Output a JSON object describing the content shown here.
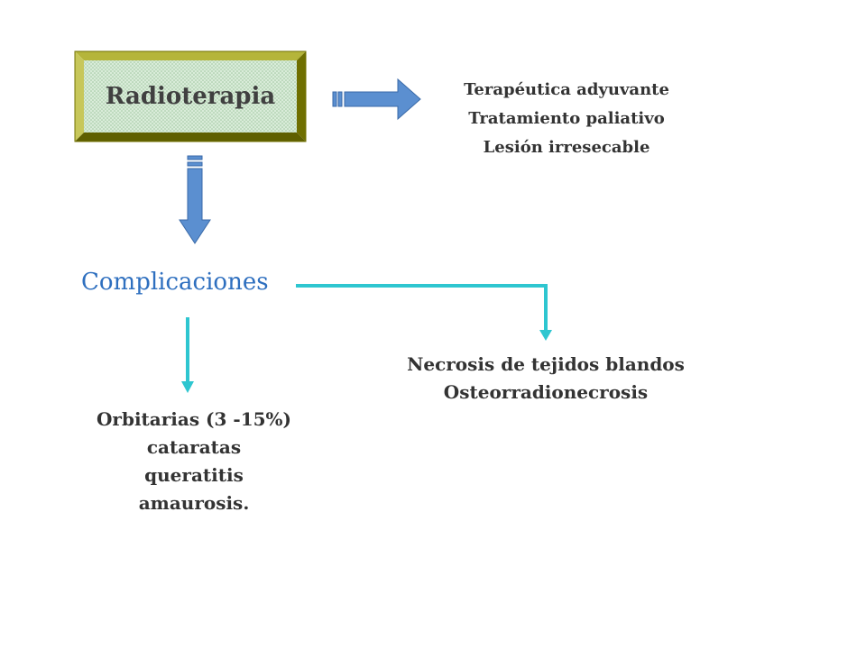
{
  "title": "Radioterapia",
  "uses": [
    "Terapéutica adyuvante",
    "Tratamiento paliativo",
    "Lesión irresecable"
  ],
  "complications_title": "Complicaciones",
  "soft_tissue": [
    "Necrosis de tejidos blandos",
    "Osteorradionecrosis"
  ],
  "orbital": [
    "Orbitarias (3 -15%)",
    "cataratas",
    "queratitis",
    "amaurosis."
  ],
  "colors": {
    "box_border": "#8a8a00",
    "box_fill": "#cfe8cf",
    "blue_arrow": "#5b8fd0",
    "cyan_connector": "#2ec6d0",
    "complicaciones_text": "#2e6fbf"
  }
}
